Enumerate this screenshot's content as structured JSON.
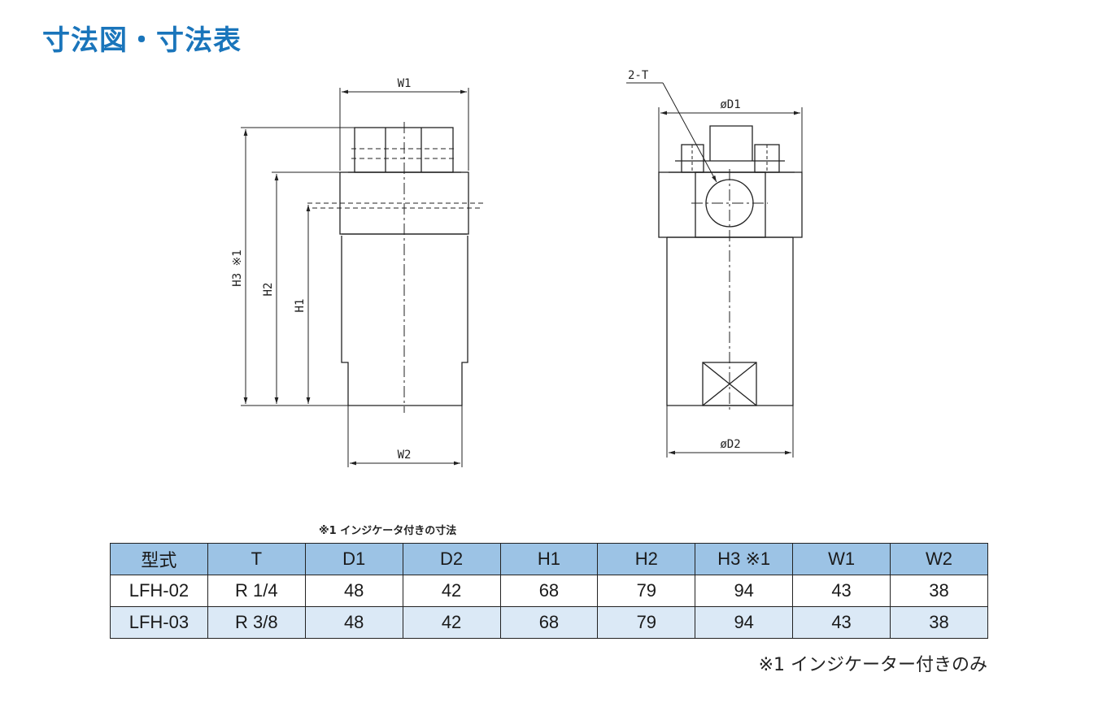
{
  "title": "寸法図・寸法表",
  "drawing_labels": {
    "w1": "W1",
    "w2": "W2",
    "h1": "H1",
    "h2": "H2",
    "h3": "H3 ※1",
    "t": "2-T",
    "d1": "øD1",
    "d2": "øD2"
  },
  "small_note": "※1 インジケータ付きの寸法",
  "table": {
    "headers": [
      "型式",
      "T",
      "D1",
      "D2",
      "H1",
      "H2",
      "H3 ※1",
      "W1",
      "W2"
    ],
    "rows": [
      [
        "LFH-02",
        "R 1/4",
        "48",
        "42",
        "68",
        "79",
        "94",
        "43",
        "38"
      ],
      [
        "LFH-03",
        "R 3/8",
        "48",
        "42",
        "68",
        "79",
        "94",
        "43",
        "38"
      ]
    ]
  },
  "footnote": "※1 インジケーター付きのみ",
  "colors": {
    "title": "#1a75bb",
    "header_bg": "#9cc3e5",
    "alt_row_bg": "#dbe9f6"
  }
}
